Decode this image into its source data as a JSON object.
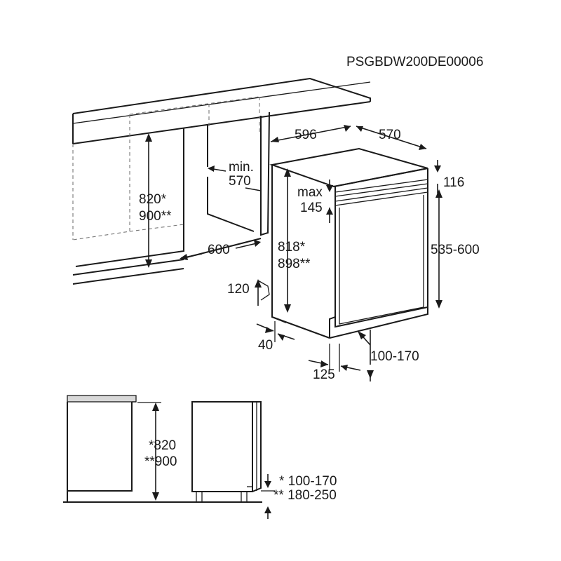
{
  "model_code": "PSGBDW200DE00006",
  "dimensions": {
    "width": "596",
    "depth": "570",
    "top_gap": "116",
    "max_label": "max",
    "max_value": "145",
    "min_label": "min.",
    "min_value": "570",
    "niche_height_1": "820*",
    "niche_height_2": "900**",
    "niche_width": "600",
    "appliance_height_1": "818*",
    "appliance_height_2": "898**",
    "door_range": "535-600",
    "foot_height": "120",
    "foot_offset": "40",
    "kick_range": "100-170",
    "kick_depth": "125"
  },
  "side_view": {
    "height_1": "*820",
    "height_2": "**900",
    "plinth_1": "* 100-170",
    "plinth_2": "** 180-250"
  }
}
